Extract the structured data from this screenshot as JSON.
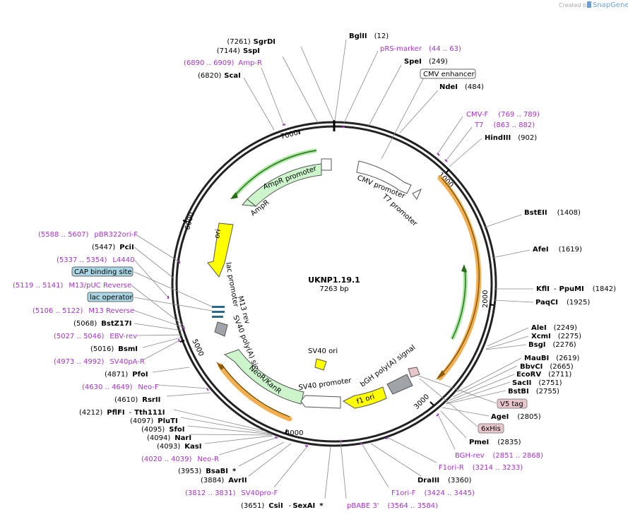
{
  "credit": {
    "prefix": "Created by",
    "brand": "SnapGene"
  },
  "plasmid": {
    "name": "UKNP1.19.1",
    "size": "7263 bp"
  },
  "ticks": [
    "1000",
    "2000",
    "3000",
    "4000",
    "5000",
    "6000",
    "7000"
  ],
  "features": {
    "cmv_promoter": "CMV promoter",
    "t7_promoter": "T7 promoter",
    "ampr_promoter": "AmpR promoter",
    "ampr": "AmpR",
    "ori": "ori",
    "lac_promoter": "lac promoter",
    "m13_rev": "M13 rev",
    "sv40_polya": "SV40 poly(A) signal",
    "neor": "NeoR/KanR",
    "sv40_promoter": "SV40 promoter",
    "sv40_ori": "SV40 ori",
    "f1_ori": "f1 ori",
    "bgh_polya": "bGH poly(A) signal"
  },
  "labels": {
    "sgrdi": {
      "pos": "(7261)",
      "name": "SgrDI"
    },
    "sspi": {
      "pos": "(7144)",
      "name": "SspI"
    },
    "ampr_primer": {
      "pos": "(6890 .. 6909)",
      "name": "Amp-R"
    },
    "scai": {
      "pos": "(6820)",
      "name": "ScaI"
    },
    "bglii": {
      "name": "BglII",
      "pos": "(12)"
    },
    "prs_marker": {
      "name": "pRS-marker",
      "pos": "(44 .. 63)"
    },
    "spei": {
      "name": "SpeI",
      "pos": "(249)"
    },
    "cmv_enhancer": "CMV enhancer",
    "ndei": {
      "name": "NdeI",
      "pos": "(484)"
    },
    "cmv_f": {
      "name": "CMV-F",
      "pos": "(769 .. 789)"
    },
    "t7": {
      "name": "T7",
      "pos": "(863 .. 882)"
    },
    "hindiii": {
      "name": "HindIII",
      "pos": "(902)"
    },
    "bsteii": {
      "name": "BstEII",
      "pos": "(1408)"
    },
    "afei": {
      "name": "AfeI",
      "pos": "(1619)"
    },
    "kfli": {
      "name": "KflI",
      "sep": "-",
      "name2": "PpuMI",
      "pos": "(1842)"
    },
    "paqci": {
      "name": "PaqCI",
      "pos": "(1925)"
    },
    "alei": {
      "name": "AleI",
      "pos": "(2249)"
    },
    "xcmi": {
      "name": "XcmI",
      "pos": "(2275)"
    },
    "bsgi": {
      "name": "BsgI",
      "pos": "(2276)"
    },
    "maubi": {
      "name": "MauBI",
      "pos": "(2619)"
    },
    "bbvci": {
      "name": "BbvCI",
      "pos": "(2665)"
    },
    "ecorv": {
      "name": "EcoRV",
      "pos": "(2711)"
    },
    "sacii": {
      "name": "SacII",
      "pos": "(2751)"
    },
    "bstbi": {
      "name": "BstBI",
      "pos": "(2755)"
    },
    "v5_tag": "V5 tag",
    "agei": {
      "name": "AgeI",
      "pos": "(2805)"
    },
    "his_tag": "6xHis",
    "pmei": {
      "name": "PmeI",
      "pos": "(2835)"
    },
    "bgh_rev": {
      "name": "BGH-rev",
      "pos": "(2851 .. 2868)"
    },
    "f1ori_r": {
      "name": "F1ori-R",
      "pos": "(3214 .. 3233)"
    },
    "draiii": {
      "name": "DraIII",
      "pos": "(3360)"
    },
    "f1ori_f": {
      "name": "F1ori-F",
      "pos": "(3424 .. 3445)"
    },
    "pbabe3": {
      "name": "pBABE 3'",
      "pos": "(3564 .. 3584)"
    },
    "csii": {
      "pos": "(3651)",
      "name": "CsiI",
      "sep": "-",
      "name2": "SexAI",
      "star": "*"
    },
    "sv40pro_f": {
      "pos": "(3812 .. 3831)",
      "name": "SV40pro-F"
    },
    "avrii": {
      "pos": "(3884)",
      "name": "AvrII"
    },
    "bsabi": {
      "pos": "(3953)",
      "name": "BsaBI",
      "star": "*"
    },
    "neo_r": {
      "pos": "(4020 .. 4039)",
      "name": "Neo-R"
    },
    "kasi": {
      "pos": "(4093)",
      "name": "KasI"
    },
    "nari": {
      "pos": "(4094)",
      "name": "NarI"
    },
    "sfoi": {
      "pos": "(4095)",
      "name": "SfoI"
    },
    "plui": {
      "pos": "(4097)",
      "name": "PluTI"
    },
    "pflfi": {
      "pos": "(4212)",
      "name": "PflFI",
      "sep": "-",
      "name2": "Tth111I"
    },
    "rsrii": {
      "pos": "(4610)",
      "name": "RsrII"
    },
    "neo_f": {
      "pos": "(4630 .. 4649)",
      "name": "Neo-F"
    },
    "pfoi": {
      "pos": "(4871)",
      "name": "PfoI"
    },
    "sv40pa_r": {
      "pos": "(4973 .. 4992)",
      "name": "SV40pA-R"
    },
    "bsmi": {
      "pos": "(5016)",
      "name": "BsmI"
    },
    "ebv_rev": {
      "pos": "(5027 .. 5046)",
      "name": "EBV-rev"
    },
    "bstz17i": {
      "pos": "(5068)",
      "name": "BstZ17I"
    },
    "m13_reverse": {
      "pos": "(5106 .. 5122)",
      "name": "M13 Reverse"
    },
    "lac_operator": "lac operator",
    "m13_puc_reverse": {
      "pos": "(5119 .. 5141)",
      "name": "M13/pUC Reverse"
    },
    "cap_site": "CAP binding site",
    "l4440": {
      "pos": "(5337 .. 5354)",
      "name": "L4440"
    },
    "pcii": {
      "pos": "(5447)",
      "name": "PciI"
    },
    "pbr322ori_f": {
      "pos": "(5588 .. 5607)",
      "name": "pBR322ori-F"
    }
  },
  "colors": {
    "primer": "#a633c8",
    "ampr_fill": "#ccf5cc",
    "orange_feature": "#f0a030",
    "ori_fill": "#ffff00",
    "f1_fill": "#ffff00",
    "box_blue": "#a9d6e5",
    "box_pink": "#e8c6cc",
    "gray_box": "#a0a4a8"
  }
}
